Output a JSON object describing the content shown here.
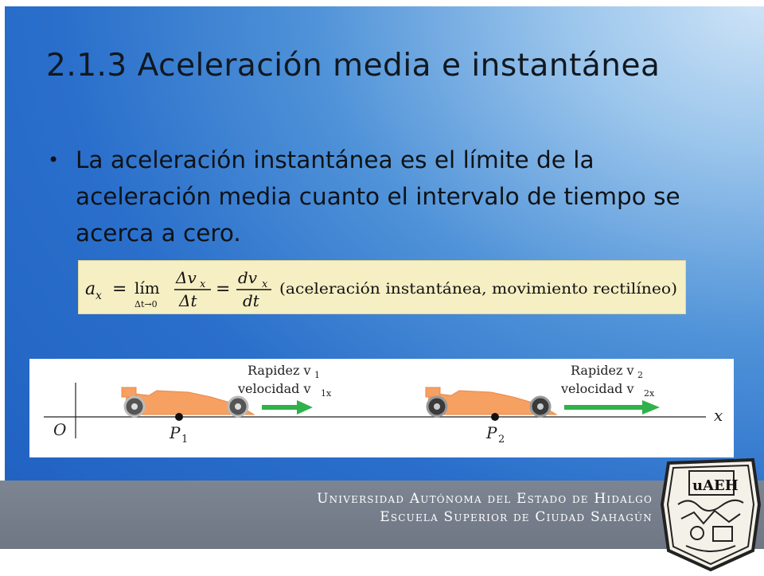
{
  "slide": {
    "title": "2.1.3 Aceleración media e instantánea",
    "bullets": [
      "La aceleración instantánea es el límite de la aceleración media cuanto el intervalo de tiempo se acerca a cero."
    ],
    "formula": {
      "lhs": "a",
      "lhs_sub": "x",
      "equals": "=",
      "lim": "lím",
      "lim_sub": "Δt→0",
      "frac1_num": "Δv",
      "frac1_num_sub": "x",
      "frac1_den": "Δt",
      "frac2_num": "dv",
      "frac2_num_sub": "x",
      "frac2_den": "dt",
      "note": "(aceleración instantánea, movimiento rectilíneo)"
    },
    "figure": {
      "origin": "O",
      "axis": "x",
      "point1": "P",
      "point1_sub": "1",
      "point2": "P",
      "point2_sub": "2",
      "label1_line1": "Rapidez v",
      "label1_line1_sub": "1",
      "label1_line2": "velocidad v",
      "label1_line2_sub": "1x",
      "label2_line1": "Rapidez v",
      "label2_line1_sub": "2",
      "label2_line2": "velocidad v",
      "label2_line2_sub": "2x",
      "colors": {
        "car": "#f6a062",
        "arrow": "#2fb24a",
        "wheel": "#3a3a3a"
      }
    },
    "footer": {
      "line1": "Universidad Autónoma del Estado de Hidalgo",
      "line2": "Escuela Superior de Ciudad Sahagún",
      "logo_text": "uAEH"
    }
  }
}
